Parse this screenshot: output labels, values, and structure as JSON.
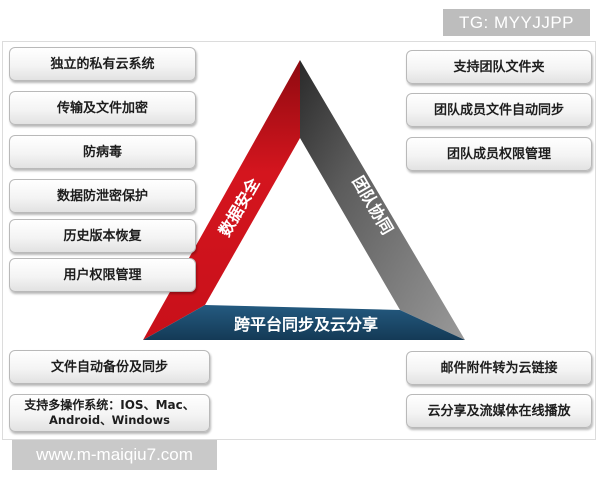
{
  "watermark_top": "TG: MYYJJPP",
  "watermark_bottom": "www.m-maiqiu7.com",
  "left_features": [
    "独立的私有云系统",
    "传输及文件加密",
    "防病毒",
    "数据防泄密保护",
    "历史版本恢复",
    "用户权限管理"
  ],
  "right_features": [
    "支持团队文件夹",
    "团队成员文件自动同步",
    "团队成员权限管理"
  ],
  "bottom_left": [
    {
      "text": "文件自动备份及同步"
    },
    {
      "line1": "支持多操作系统：IOS、Mac、",
      "line2": "Android、Windows"
    }
  ],
  "bottom_right": [
    "邮件附件转为云链接",
    "云分享及流媒体在线播放"
  ],
  "triangle": {
    "left_label": "数据安全",
    "right_label": "团队协同",
    "bottom_label": "跨平台同步及云分享",
    "colors": {
      "left": "#c8101a",
      "right": "#6b6b6b",
      "bottom": "#1b4a6b"
    }
  }
}
